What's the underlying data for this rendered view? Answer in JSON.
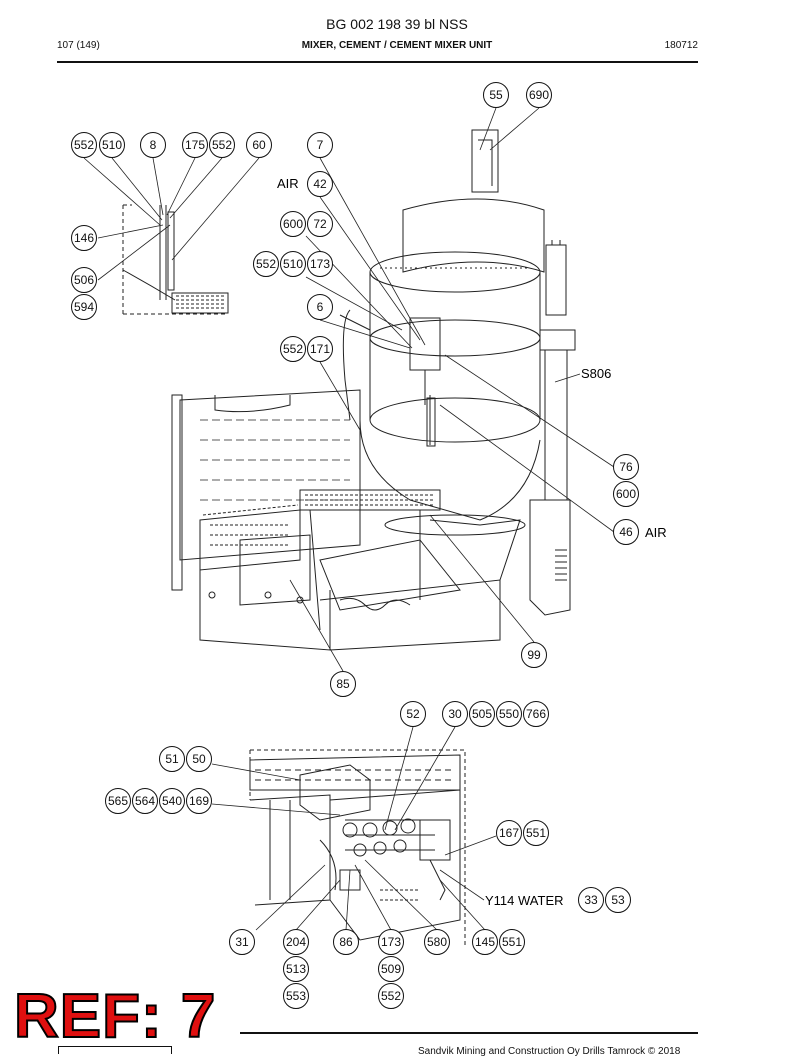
{
  "header": {
    "title": "BG 002 198 39 bl NSS",
    "page": "107 (149)",
    "subtitle": "MIXER, CEMENT / CEMENT MIXER UNIT",
    "date": "180712"
  },
  "footer": {
    "copyright": "Sandvik Mining and Construction Oy Drills Tamrock © 2018",
    "ref_stamp": "REF: 7"
  },
  "callouts": {
    "c55": "55",
    "c690": "690",
    "c552a": "552",
    "c510a": "510",
    "c8": "8",
    "c175": "175",
    "c552b": "552",
    "c60": "60",
    "c7": "7",
    "c42": "42",
    "c600a": "600",
    "c72": "72",
    "c552c": "552",
    "c510b": "510",
    "c173a": "173",
    "c146": "146",
    "c506": "506",
    "c594": "594",
    "c6": "6",
    "c552d": "552",
    "c171": "171",
    "c76": "76",
    "c600b": "600",
    "c46": "46",
    "c99": "99",
    "c85": "85",
    "c52": "52",
    "c30": "30",
    "c505": "505",
    "c550": "550",
    "c766": "766",
    "c51": "51",
    "c50": "50",
    "c565": "565",
    "c564": "564",
    "c540": "540",
    "c169": "169",
    "c167": "167",
    "c551a": "551",
    "c33": "33",
    "c53": "53",
    "c31": "31",
    "c204": "204",
    "c86": "86",
    "c173b": "173",
    "c580": "580",
    "c145": "145",
    "c551b": "551",
    "c513": "513",
    "c509": "509",
    "c553": "553",
    "c552e": "552"
  },
  "labels": {
    "air_top": "AIR",
    "s806": "S806",
    "air_right": "AIR",
    "y114": "Y114 WATER"
  }
}
